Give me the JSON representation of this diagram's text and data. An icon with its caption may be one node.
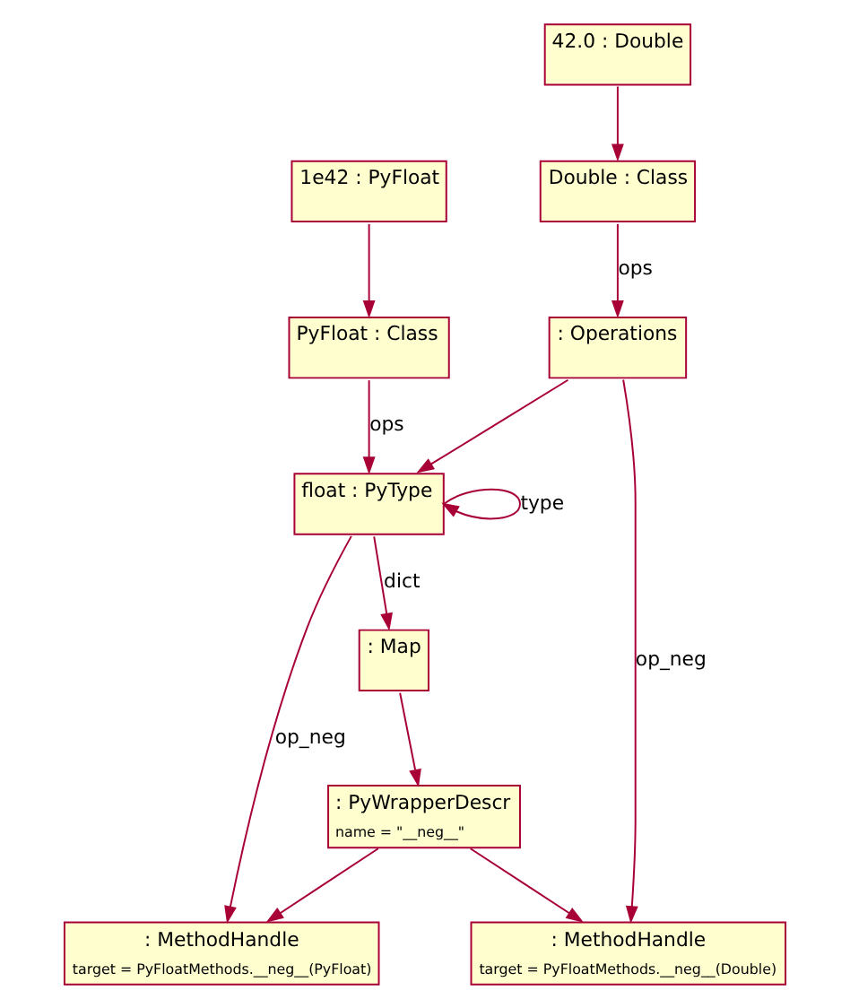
{
  "diagram": {
    "nodes": [
      {
        "text": [
          "1e42 : PyFloat"
        ]
      },
      {
        "text": [
          "42.0 : Double"
        ]
      },
      {
        "text": [
          "PyFloat : Class"
        ]
      },
      {
        "text": [
          "Double : Class"
        ]
      },
      {
        "text": [
          "float : PyType"
        ]
      },
      {
        "text": [
          ": Operations"
        ]
      },
      {
        "text": [
          ": Map"
        ]
      },
      {
        "text": [
          ": PyWrapperDescr",
          "name = \"__neg__\""
        ]
      },
      {
        "text": [
          ": MethodHandle",
          "target = PyFloatMethods.__neg__(PyFloat)"
        ]
      },
      {
        "text": [
          ": MethodHandle",
          "target = PyFloatMethods.__neg__(Double)"
        ]
      }
    ],
    "edges": [
      {
        "from": 0,
        "to": 2,
        "arrow": "to"
      },
      {
        "from": 1,
        "to": 3,
        "arrow": "to"
      },
      {
        "from": 2,
        "to": 4,
        "arrow": "to",
        "label": "ops"
      },
      {
        "from": 3,
        "to": 5,
        "arrow": "to",
        "label": "ops"
      },
      {
        "from": 4,
        "to": 4,
        "arrow": "to",
        "label": "type"
      },
      {
        "from": 5,
        "to": 4,
        "arrow": "to"
      },
      {
        "from": 4,
        "to": 6,
        "arrow": "to",
        "label": "dict"
      },
      {
        "from": 6,
        "to": 7,
        "arrow": "to"
      },
      {
        "from": 4,
        "to": 8,
        "arrow": "to",
        "label": "op_neg"
      },
      {
        "from": 5,
        "to": 9,
        "arrow": "to",
        "label": "op_neg"
      },
      {
        "from": 7,
        "to": 8,
        "arrow": "to"
      },
      {
        "from": 7,
        "to": 9,
        "arrow": "to"
      }
    ]
  }
}
